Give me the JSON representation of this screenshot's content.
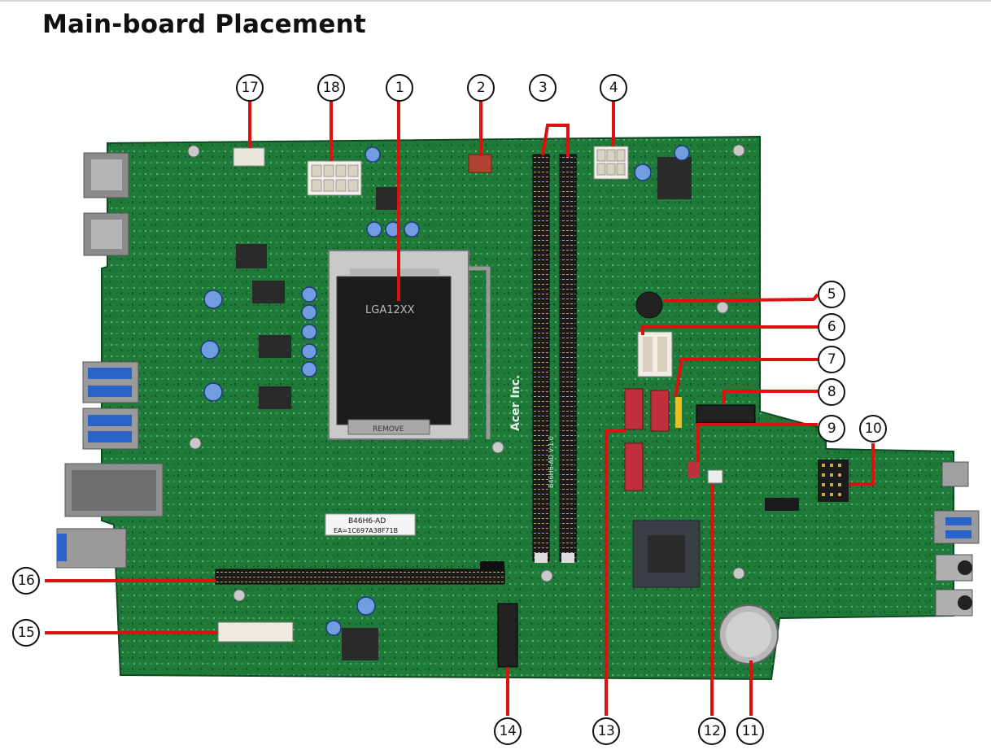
{
  "title": "Main-board Placement",
  "board": {
    "cpu_socket_text": "LGA12XX",
    "brand_text": "Acer Inc.",
    "model_label": "B46H6-AD",
    "serial_label": "EA=1C697A38F71B",
    "cpu_cover_text": "REMOVE",
    "board_rev_text": "B46H6-AD V:1.0"
  },
  "callouts": [
    "1",
    "2",
    "3",
    "4",
    "5",
    "6",
    "7",
    "8",
    "9",
    "10",
    "11",
    "12",
    "13",
    "14",
    "15",
    "16",
    "17",
    "18"
  ],
  "colors": {
    "board": "#1f7a3a",
    "board_dark": "#15572a",
    "leader": "#e01010",
    "slot": "#141414"
  }
}
